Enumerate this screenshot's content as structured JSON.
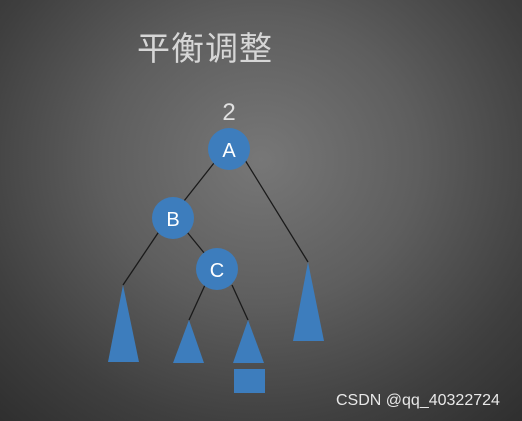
{
  "slide": {
    "title": "平衡调整"
  },
  "tree": {
    "balance_factor": "2",
    "nodes": {
      "a": "A",
      "b": "B",
      "c": "C"
    },
    "colors": {
      "node_fill": "#3d7dbd",
      "subtree_fill": "#3d7dbd",
      "edge": "#1a1a1a",
      "label": "#ffffff"
    }
  },
  "watermark": "CSDN @qq_40322724"
}
